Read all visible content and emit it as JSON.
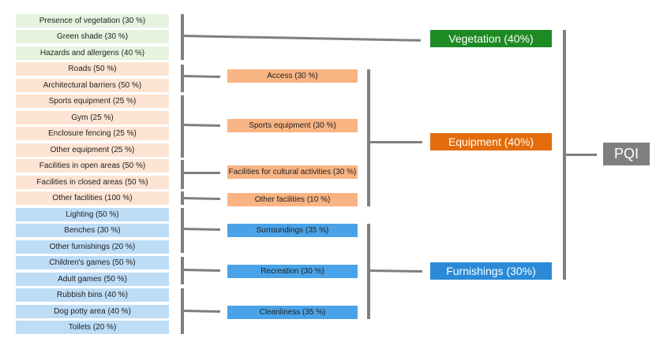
{
  "root": {
    "label": "PQI",
    "color": "#7f7f7f"
  },
  "categories": [
    {
      "label": "Vegetation (40%)",
      "color": "#1e8a24",
      "indicator_color": "#e6f4df"
    },
    {
      "label": "Equipment (40%)",
      "color": "#e46c0a",
      "subcategory_color": "#f9b483",
      "indicator_color": "#fde4d2"
    },
    {
      "label": "Furnishings (30%)",
      "color": "#2a8ad8",
      "subcategory_color": "#4aa3e8",
      "indicator_color": "#bddcf6"
    }
  ],
  "subcategories": [
    {
      "label": "Access (30 %)"
    },
    {
      "label": "Sports equipment (30 %)"
    },
    {
      "label": "Facilities for cultural activities (30 %)"
    },
    {
      "label": "Other facilities (10 %)"
    },
    {
      "label": "Surroundings (35 %)"
    },
    {
      "label": "Recreation (30 %)"
    },
    {
      "label": "Cleanliness (35 %)"
    }
  ],
  "indicators": [
    {
      "label": "Presence of vegetation (30 %)"
    },
    {
      "label": "Green shade (30 %)"
    },
    {
      "label": "Hazards and allergens (40 %)"
    },
    {
      "label": "Roads (50 %)"
    },
    {
      "label": "Architectural barriers (50 %)"
    },
    {
      "label": "Sports equipment (25 %)"
    },
    {
      "label": "Gym (25 %)"
    },
    {
      "label": "Enclosure fencing (25 %)"
    },
    {
      "label": "Other equipment (25 %)"
    },
    {
      "label": "Facilities in open areas (50 %)"
    },
    {
      "label": "Facilities in closed areas (50 %)"
    },
    {
      "label": "Other facilities (100 %)"
    },
    {
      "label": "Lighting (50 %)"
    },
    {
      "label": "Benches (30 %)"
    },
    {
      "label": "Other furnishings (20 %)"
    },
    {
      "label": "Children's games (50 %)"
    },
    {
      "label": "Adult games (50 %)"
    },
    {
      "label": "Rubbish bins (40 %)"
    },
    {
      "label": "Dog potty area (40 %)"
    },
    {
      "label": "Toilets (20 %)"
    }
  ],
  "connector_color": "#7f7f7f"
}
